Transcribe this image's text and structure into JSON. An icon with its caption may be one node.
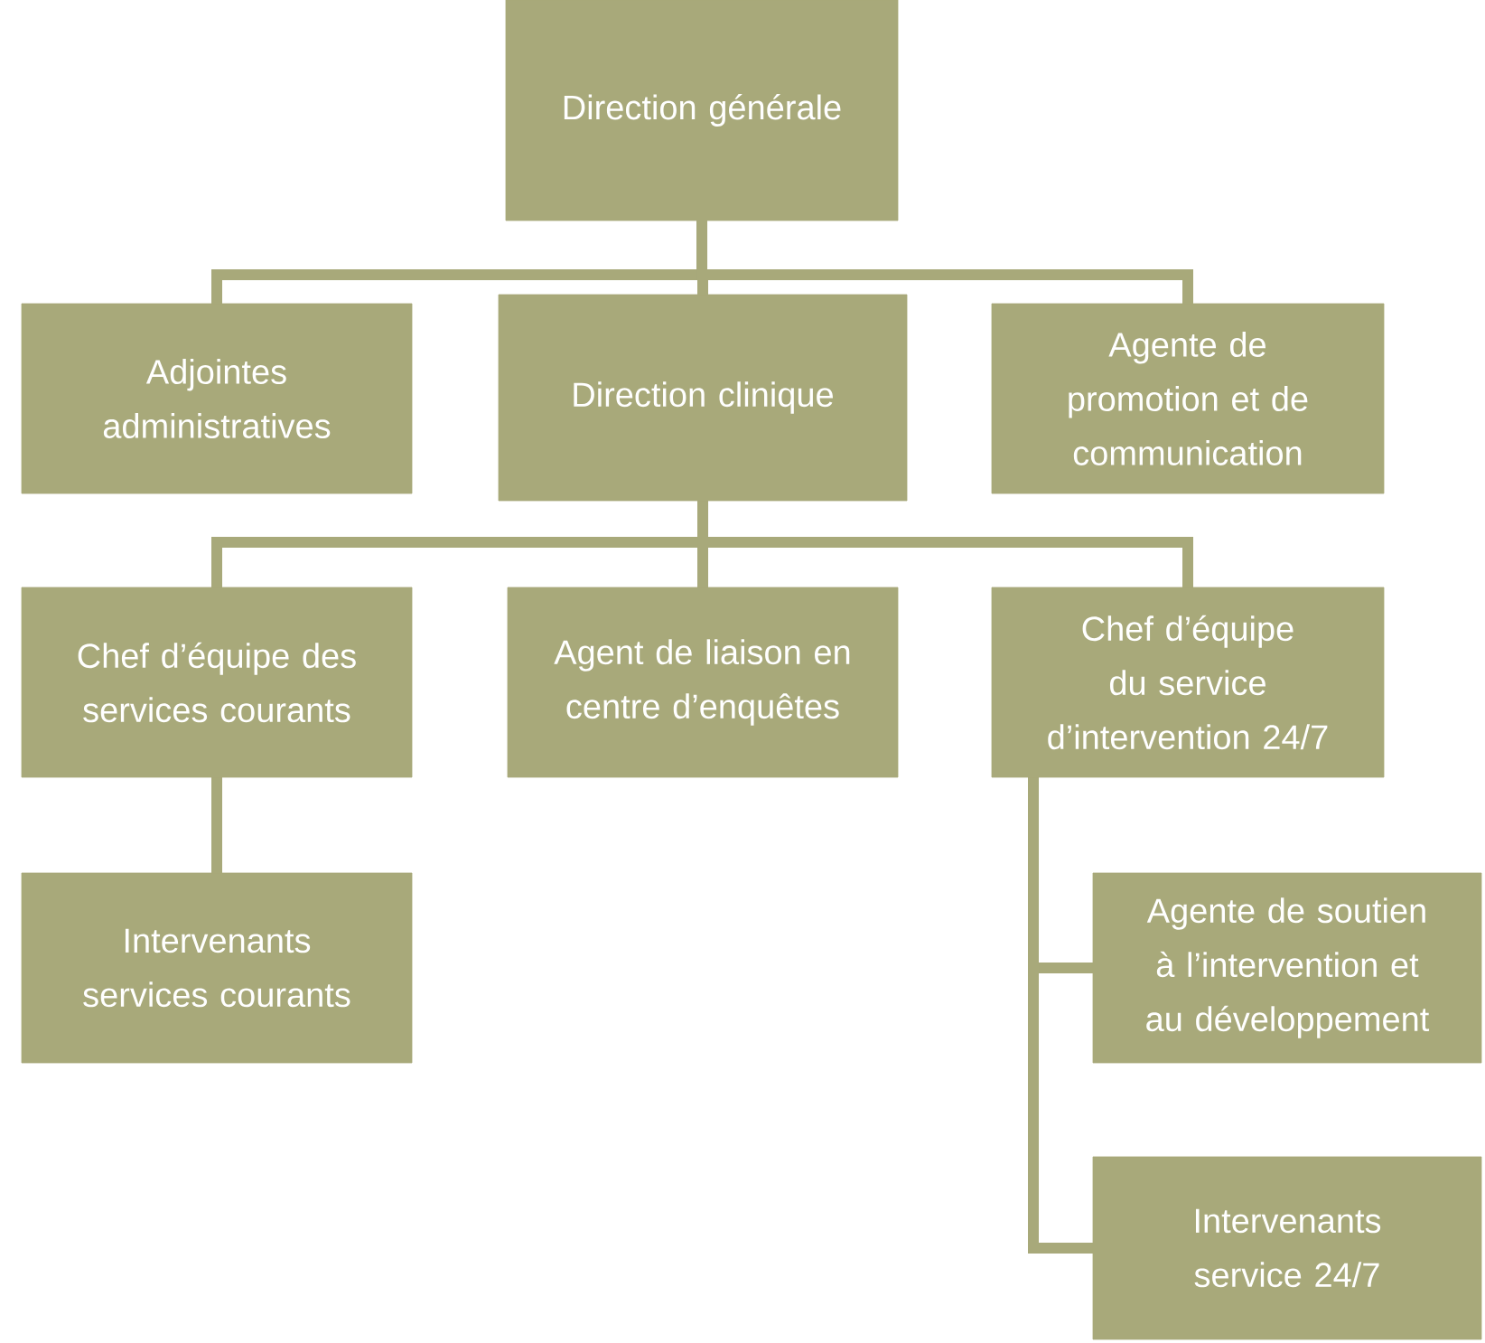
{
  "diagram": {
    "nodes": [
      {
        "text": [
          "Direction générale"
        ]
      },
      {
        "text": [
          "Adjointes administratives"
        ]
      },
      {
        "text": [
          "Direction clinique"
        ]
      },
      {
        "text": [
          "Agente de promotion et de communication"
        ]
      },
      {
        "text": [
          "Chef d’équipe des services courants"
        ]
      },
      {
        "text": [
          "Agent de liaison en centre d’enquêtes"
        ]
      },
      {
        "text": [
          "Chef d’équipe du service d’intervention 24/7"
        ]
      },
      {
        "text": [
          "Intervenants services courants"
        ]
      },
      {
        "text": [
          "Agente de soutien à l’intervention et au développement"
        ]
      },
      {
        "text": [
          "Intervenants service 24/7"
        ]
      }
    ],
    "edges": [
      {
        "from": 0,
        "to": 1,
        "arrow": "none"
      },
      {
        "from": 0,
        "to": 2,
        "arrow": "none"
      },
      {
        "from": 0,
        "to": 3,
        "arrow": "none"
      },
      {
        "from": 2,
        "to": 4,
        "arrow": "none"
      },
      {
        "from": 2,
        "to": 5,
        "arrow": "none"
      },
      {
        "from": 2,
        "to": 6,
        "arrow": "none"
      },
      {
        "from": 4,
        "to": 7,
        "arrow": "none"
      },
      {
        "from": 6,
        "to": 8,
        "arrow": "none"
      },
      {
        "from": 6,
        "to": 9,
        "arrow": "none"
      }
    ]
  }
}
